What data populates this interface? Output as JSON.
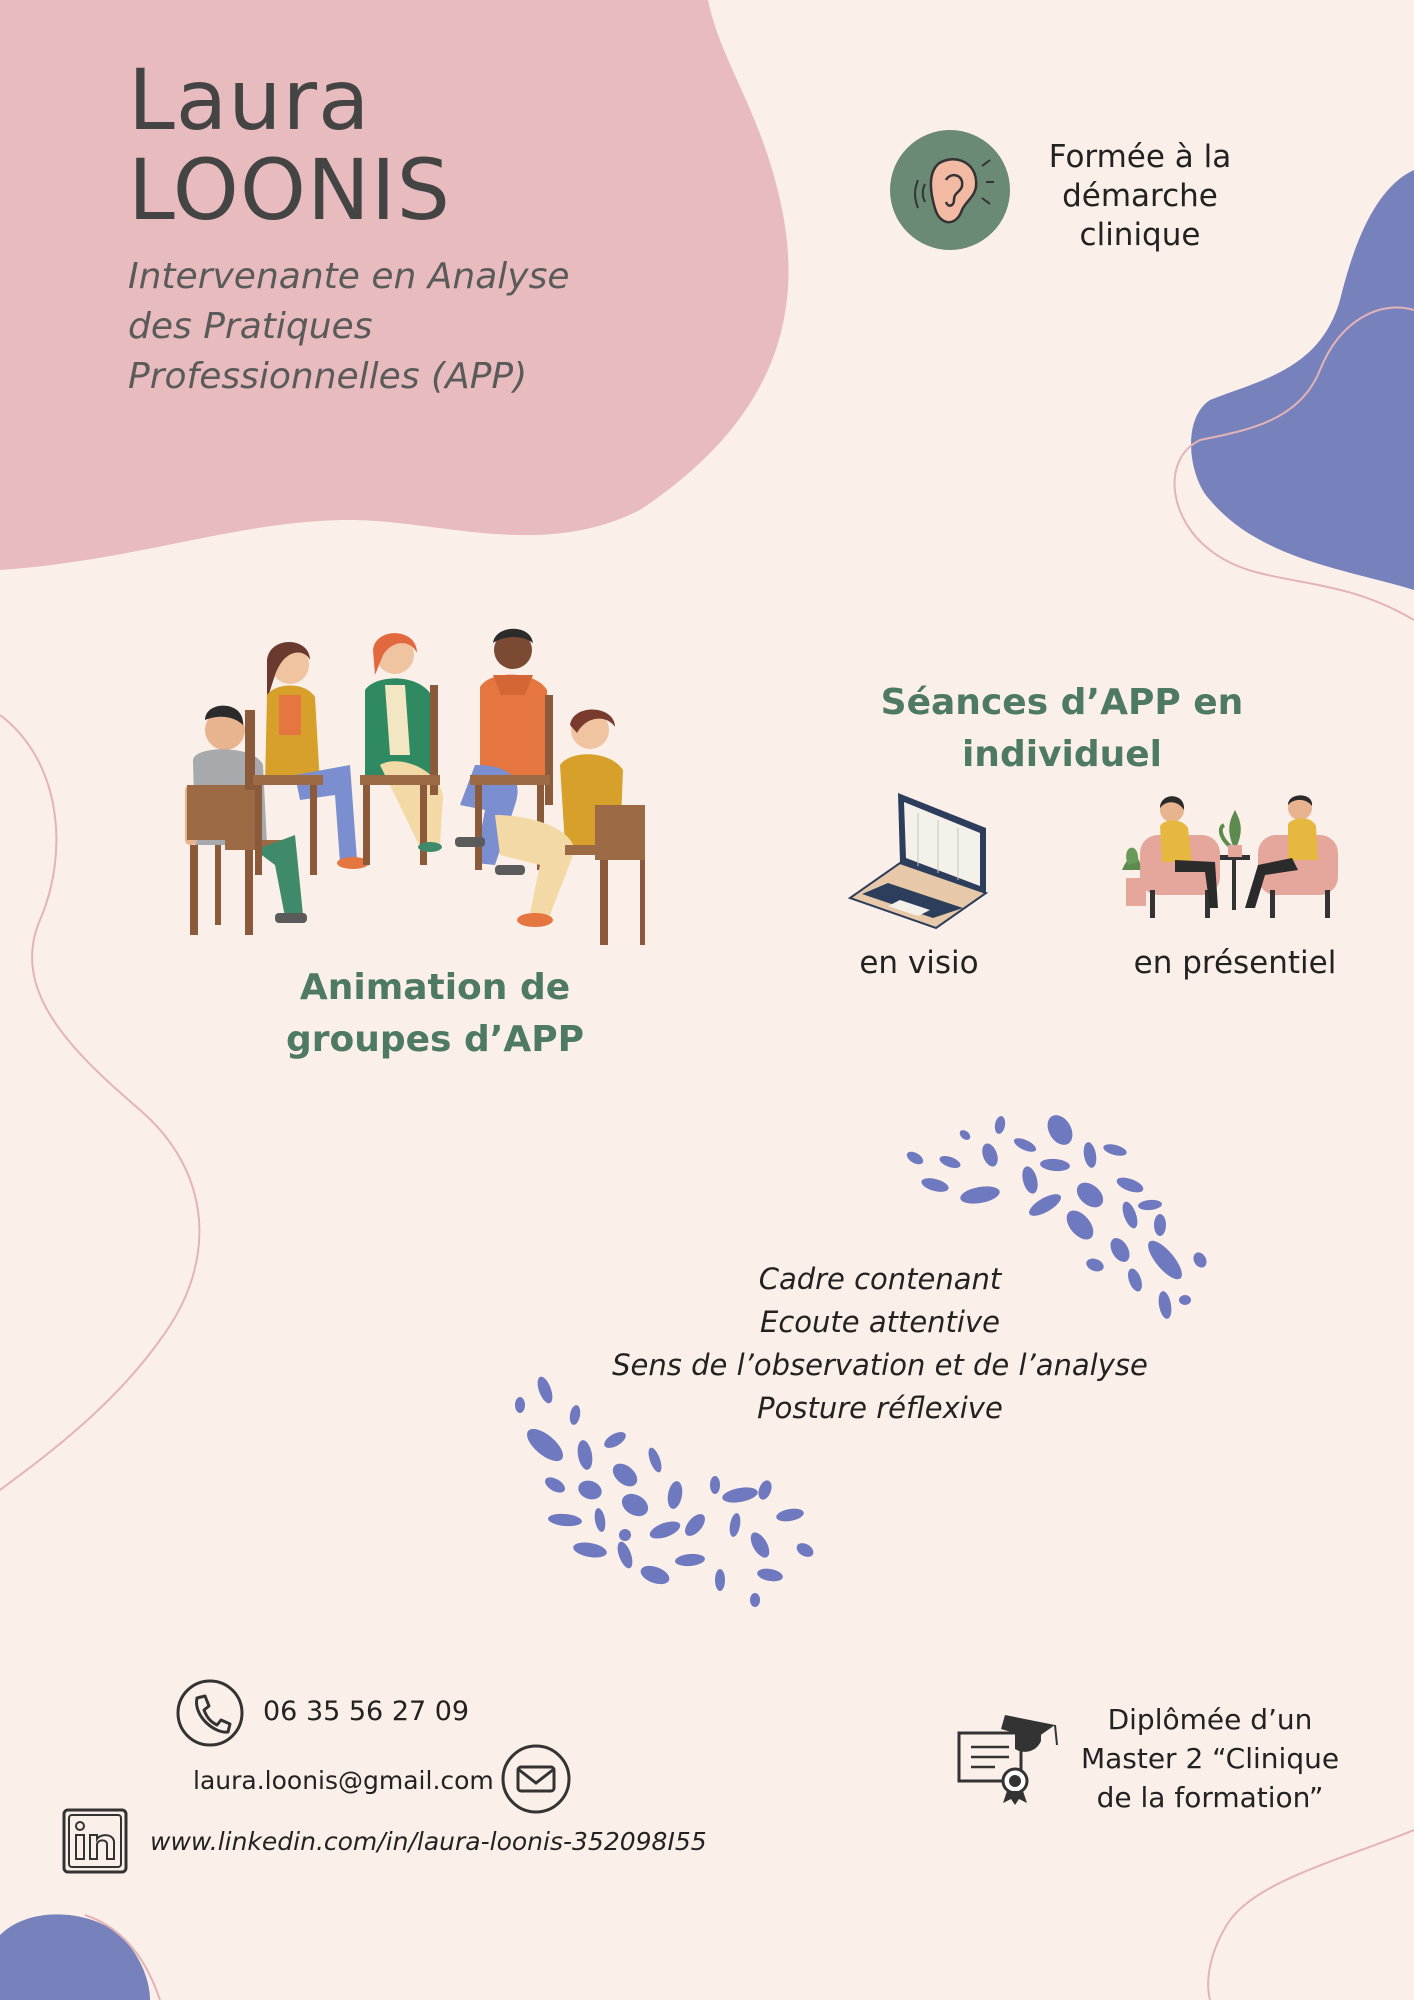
{
  "profile": {
    "first_name": "Laura",
    "last_name": "LOONIS",
    "role_lines": [
      "Intervenante en Analyse",
      "des Pratiques",
      "Professionnelles (APP)"
    ]
  },
  "training": {
    "lines": [
      "Formée à la",
      "démarche",
      "clinique"
    ],
    "icon": "ear-icon"
  },
  "group": {
    "title_lines": [
      "Animation de",
      "groupes d’APP"
    ],
    "image": "group-circle-illustration"
  },
  "individual": {
    "title_lines": [
      "Séances d’APP en",
      "individuel"
    ],
    "visio_label": "en visio",
    "presentiel_label": "en présentiel"
  },
  "qualities": [
    "Cadre contenant",
    "Ecoute attentive",
    "Sens de l’observation et de l’analyse",
    "Posture réflexive"
  ],
  "contact": {
    "phone": "06 35 56 27 09",
    "email": "laura.loonis@gmail.com",
    "linkedin": "www.linkedin.com/in/laura-loonis-352098I55"
  },
  "diploma": {
    "lines": [
      "Diplômée d’un",
      "Master 2 “Clinique",
      "de la formation”"
    ]
  },
  "colors": {
    "background": "#fbf0e9",
    "pink_blob": "#e8bbbe",
    "blue_blob": "#7781bb",
    "green_accent": "#4e7a63",
    "ear_circle": "#6b8a76",
    "leaf": "#6f79bf"
  }
}
